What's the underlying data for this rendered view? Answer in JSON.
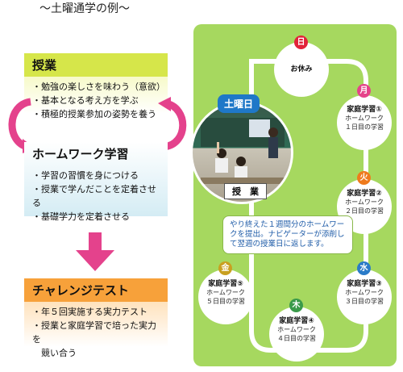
{
  "title": "～土曜通学の例～",
  "jugyo": {
    "heading": "授業",
    "items": [
      "・勉強の楽しさを味わう（意欲）",
      "・基本となる考え方を学ぶ",
      "・積極的授業参加の姿勢を養う"
    ]
  },
  "homework": {
    "heading": "ホームワーク学習",
    "items": [
      "・学習の習慣を身につける",
      "・授業で学んだことを定着させる",
      "・基礎学力を定着させる"
    ]
  },
  "challenge": {
    "heading": "チャレンジテスト",
    "items": [
      "・年５回実施する実力テスト",
      "・授業と家庭学習で培った実力を",
      "　競い合う"
    ]
  },
  "cycle": {
    "saturday_label": "土曜日",
    "photo_tag": "授　業",
    "note": "やり終えた１週間分のホームワークを提出。ナビゲーターが添削して翌週の授業日に返します。",
    "days": [
      {
        "badge": "日",
        "title": "お休み",
        "line1": "",
        "line2": "",
        "color": "#e2233a"
      },
      {
        "badge": "月",
        "title": "家庭学習①",
        "line1": "ホームワーク",
        "line2": "１日目の学習",
        "color": "#e5428a"
      },
      {
        "badge": "火",
        "title": "家庭学習②",
        "line1": "ホームワーク",
        "line2": "２日目の学習",
        "color": "#ef7b1d"
      },
      {
        "badge": "水",
        "title": "家庭学習③",
        "line1": "ホームワーク",
        "line2": "３日目の学習",
        "color": "#2a7bc8"
      },
      {
        "badge": "木",
        "title": "家庭学習④",
        "line1": "ホームワーク",
        "line2": "４日目の学習",
        "color": "#3a9a4a"
      },
      {
        "badge": "金",
        "title": "家庭学習⑤",
        "line1": "ホームワーク",
        "line2": "５日目の学習",
        "color": "#c9a020"
      }
    ]
  },
  "colors": {
    "panel": "#a6d85f",
    "arrow_pink": "#e4428c",
    "yellow": "#d6e64a",
    "orange": "#f7a13a"
  }
}
